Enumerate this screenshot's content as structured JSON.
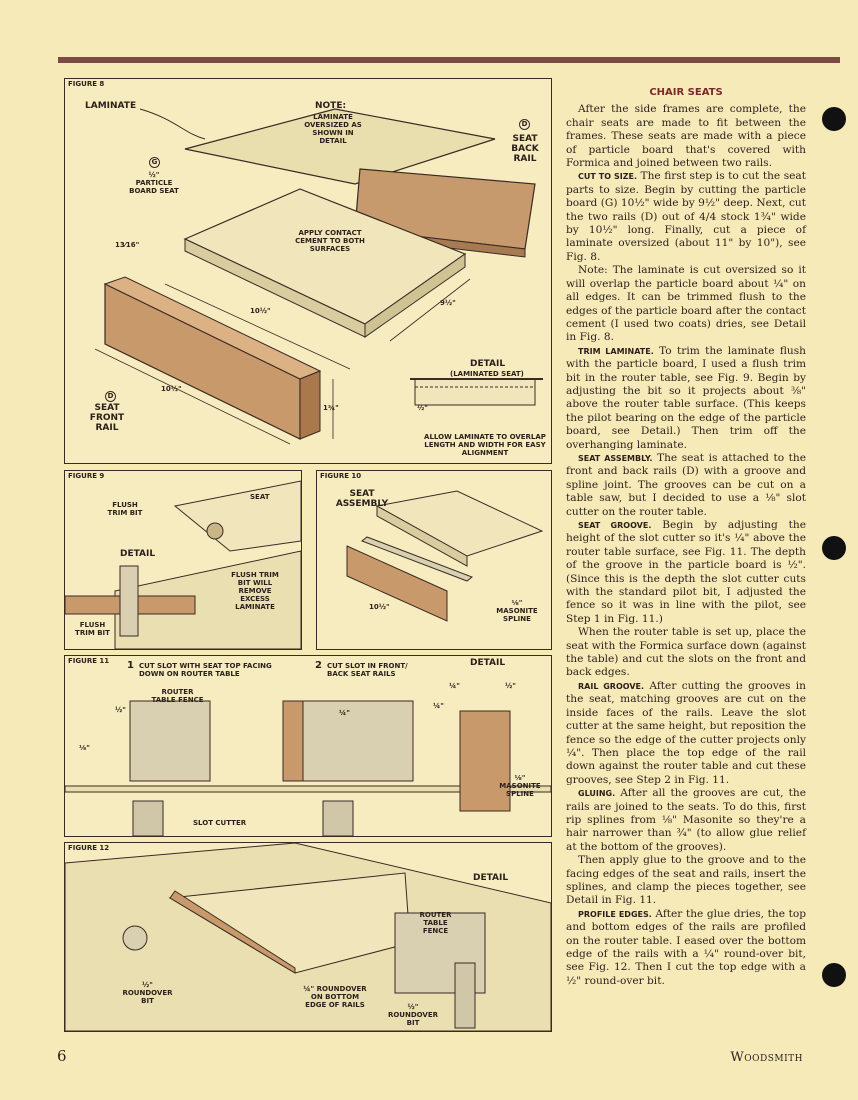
{
  "page_number": "6",
  "brand": "Woodsmith",
  "figures": {
    "fig8": {
      "title": "FIGURE 8",
      "laminate": "LAMINATE",
      "note_title": "NOTE:",
      "note_body": "LAMINATE OVERSIZED AS SHOWN IN DETAIL",
      "seat_back_rail": "SEAT BACK RAIL",
      "d_marker": "D",
      "g_marker": "G",
      "particle_board": "½\" PARTICLE BOARD SEAT",
      "apply_cement": "APPLY CONTACT CEMENT TO BOTH SURFACES",
      "dim_13_16": "13⁄16\"",
      "dim_10_half_a": "10½\"",
      "dim_9_half": "9½\"",
      "dim_10_half_b": "10½\"",
      "dim_1_3_4": "1¾\"",
      "seat_front_rail": "SEAT FRONT RAIL",
      "detail_title": "DETAIL",
      "detail_sub": "(LAMINATED SEAT)",
      "detail_dim": "½\"",
      "detail_note": "ALLOW LAMINATE TO OVERLAP LENGTH AND WIDTH FOR EASY ALIGNMENT"
    },
    "fig9": {
      "title": "FIGURE 9",
      "flush_trim_bit": "FLUSH TRIM BIT",
      "seat": "SEAT",
      "detail": "DETAIL",
      "remove_note": "FLUSH TRIM BIT WILL REMOVE EXCESS LAMINATE",
      "flush_trim_bit_2": "FLUSH TRIM BIT"
    },
    "fig10": {
      "title": "FIGURE 10",
      "seat_assembly": "SEAT ASSEMBLY",
      "dim": "10½\"",
      "spline": "⅛\" MASONITE SPLINE"
    },
    "fig11": {
      "title": "FIGURE 11",
      "step1_num": "1",
      "step1": "CUT SLOT WITH SEAT TOP FACING DOWN ON ROUTER TABLE",
      "step2_num": "2",
      "step2": "CUT SLOT IN FRONT/ BACK SEAT RAILS",
      "router_fence": "ROUTER TABLE FENCE",
      "dim_half": "½\"",
      "dim_eighth": "⅛\"",
      "dim_quarter": "¼\"",
      "slot_cutter": "SLOT CUTTER",
      "detail": "DETAIL",
      "d_quarter_a": "¼\"",
      "d_half": "½\"",
      "d_quarter_b": "¼\"",
      "spline": "⅛\" MASONITE SPLINE"
    },
    "fig12": {
      "title": "FIGURE 12",
      "detail": "DETAIL",
      "router_fence": "ROUTER TABLE FENCE",
      "half_roundover": "½\" ROUNDOVER BIT",
      "quarter_roundover": "¼\" ROUNDOVER ON BOTTOM EDGE OF RAILS",
      "roundover_bit": "½\" ROUNDOVER BIT"
    }
  },
  "article": {
    "heading": "CHAIR SEATS",
    "paragraphs": [
      {
        "run": "",
        "text": "After the side frames are complete, the chair seats are made to fit between the frames. These seats are made with a piece of particle board that's covered with Formica and joined between two rails."
      },
      {
        "run": "CUT TO SIZE.",
        "text": " The first step is to cut the seat parts to size. Begin by cutting the particle board (G) 10½\" wide by 9½\" deep. Next, cut the two rails (D) out of 4/4 stock 1¾\" wide by 10½\" long. Finally, cut a piece of laminate oversized (about 11\" by 10\"), see Fig. 8."
      },
      {
        "run": "",
        "text": "Note: The laminate is cut oversized so it will overlap the particle board about ¼\" on all edges. It can be trimmed flush to the edges of the particle board after the contact cement (I used two coats) dries, see Detail in Fig. 8."
      },
      {
        "run": "TRIM LAMINATE.",
        "text": " To trim the laminate flush with the particle board, I used a flush trim bit in the router table, see Fig. 9. Begin by adjusting the bit so it projects about ⅜\" above the router table surface. (This keeps the pilot bearing on the edge of the particle board, see Detail.) Then trim off the overhanging laminate."
      },
      {
        "run": "SEAT ASSEMBLY.",
        "text": " The seat is attached to the front and back rails (D) with a groove and spline joint. The grooves can be cut on a table saw, but I decided to use a ⅛\" slot cutter on the router table."
      },
      {
        "run": "SEAT GROOVE.",
        "text": " Begin by adjusting the height of the slot cutter so it's ¼\" above the router table surface, see Fig. 11. The depth of the groove in the particle board is ½\". (Since this is the depth the slot cutter cuts with the standard pilot bit, I adjusted the fence so it was in line with the pilot, see Step 1 in Fig. 11.)"
      },
      {
        "run": "",
        "text": "When the router table is set up, place the seat with the Formica surface down (against the table) and cut the slots on the front and back edges."
      },
      {
        "run": "RAIL GROOVE.",
        "text": " After cutting the grooves in the seat, matching grooves are cut on the inside faces of the rails. Leave the slot cutter at the same height, but reposition the fence so the edge of the cutter projects only ¼\". Then place the top edge of the rail down against the router table and cut these grooves, see Step 2 in Fig. 11."
      },
      {
        "run": "GLUING.",
        "text": " After all the grooves are cut, the rails are joined to the seats. To do this, first rip splines from ⅛\" Masonite so they're a hair narrower than ¾\" (to allow glue relief at the bottom of the grooves)."
      },
      {
        "run": "",
        "text": "Then apply glue to the groove and to the facing edges of the seat and rails, insert the splines, and clamp the pieces together, see Detail in Fig. 11."
      },
      {
        "run": "PROFILE EDGES.",
        "text": " After the glue dries, the top and bottom edges of the rails are profiled on the router table. I eased over the bottom edge of the rails with a ¼\" round-over bit, see Fig. 12. Then I cut the top edge with a ½\" round-over bit."
      }
    ]
  }
}
